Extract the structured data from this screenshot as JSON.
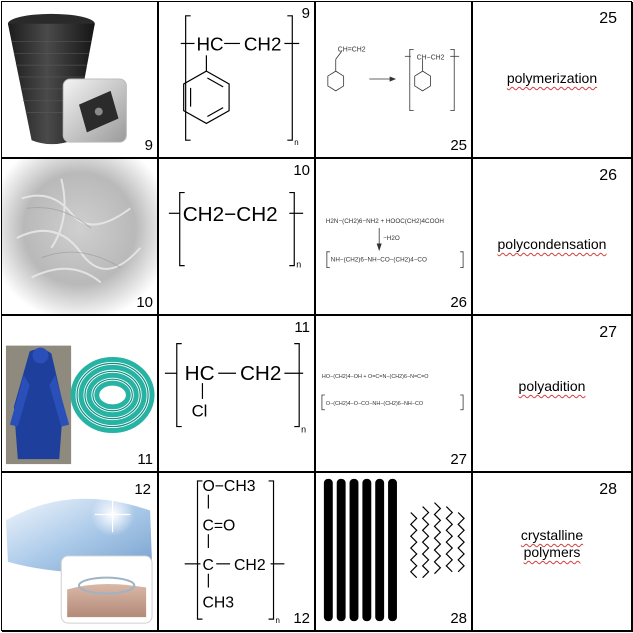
{
  "rows": [
    {
      "photo_number": "9",
      "formula_number": "9",
      "reaction_number": "25",
      "term_number": "25",
      "term": "polymerization",
      "formula": {
        "group_top": "HC",
        "group_right": "CH2",
        "sub": "n",
        "ring": true
      },
      "reaction": {
        "monomer": "CH=CH2",
        "polymer": "CH−CH2"
      }
    },
    {
      "photo_number": "10",
      "formula_number": "10",
      "reaction_number": "26",
      "term_number": "26",
      "term": "polycondensation",
      "formula": {
        "text": "CH2−CH2",
        "sub": "n"
      },
      "reaction": {
        "line1": "H2N−(CH2)6−NH2 + HOOC(CH2)4COOH",
        "byproduct": "−H2O",
        "line2": "NH−(CH2)6−NH−CO−(CH2)4−CO"
      }
    },
    {
      "photo_number": "11",
      "formula_number": "11",
      "reaction_number": "27",
      "term_number": "27",
      "term": "polyadition",
      "formula": {
        "group_top": "HC",
        "group_right": "CH2",
        "substituent": "Cl",
        "sub": "n"
      },
      "reaction": {
        "line1": "HO−(CH2)4−OH + O=C=N−(CH2)6−N=C=O",
        "line2": "O−(CH2)4−O−CO−NH−(CH2)6−NH−CO"
      }
    },
    {
      "photo_number": "12",
      "formula_number": "12",
      "reaction_number": "28",
      "term_number": "28",
      "term": "crystalline polymers",
      "term_lines": [
        "crystalline",
        "polymers"
      ],
      "formula": {
        "top": "O−CH3",
        "carbonyl": "C=O",
        "center": "C",
        "right": "CH2",
        "bottom": "CH3",
        "sub": "n"
      }
    }
  ]
}
